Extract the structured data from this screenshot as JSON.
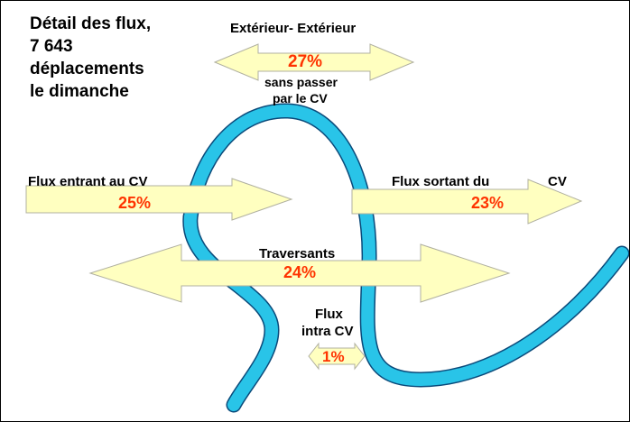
{
  "title": {
    "lines": [
      "Détail des flux,",
      "7 643",
      "déplacements",
      "le dimanche"
    ]
  },
  "flows": {
    "exterieur": {
      "label": "Extérieur- Extérieur",
      "value": "27%",
      "note_line1": "sans passer",
      "note_line2": "par le CV"
    },
    "entrant": {
      "label": "Flux entrant au CV",
      "value": "25%"
    },
    "sortant": {
      "label_part1": "Flux sortant du",
      "label_part2": "CV",
      "value": "23%"
    },
    "traversants": {
      "label": "Traversants",
      "value": "24%"
    },
    "intra": {
      "label_line1": "Flux",
      "label_line2": "intra CV",
      "value": "1%"
    }
  },
  "colors": {
    "arrow_fill": "#ffffc0",
    "arrow_stroke": "#b0b0a0",
    "river": "#29c4e8",
    "river_edge": "#0a4a7a",
    "percent": "#ff3300",
    "text": "#000000"
  }
}
